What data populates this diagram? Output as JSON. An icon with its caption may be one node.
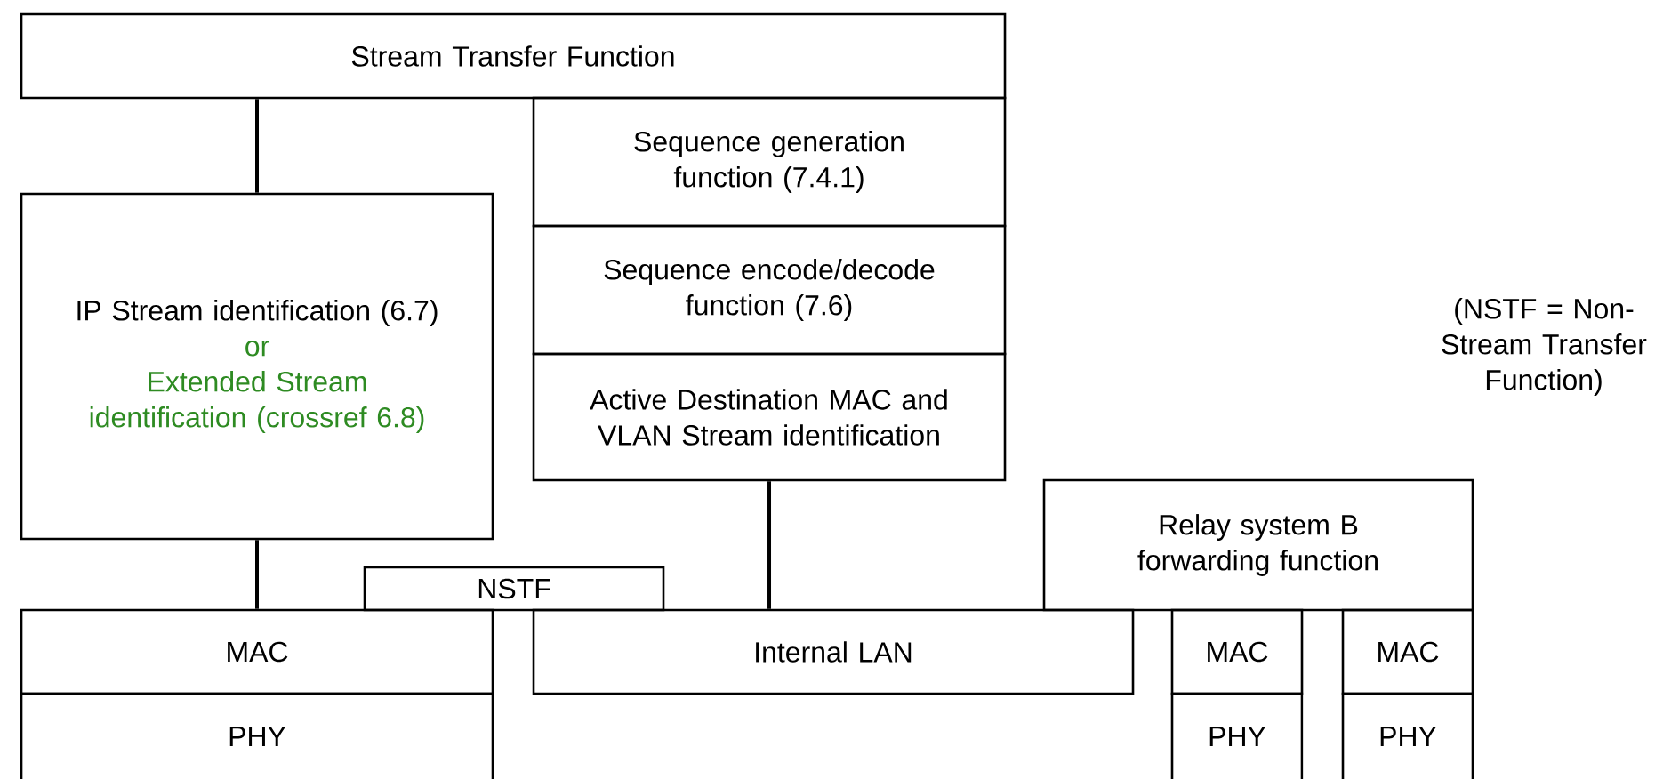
{
  "diagram": {
    "nodes": [
      {
        "text": [
          "Stream Transfer Function"
        ]
      },
      {
        "text": [
          "Sequence generation function (7.4.1)"
        ]
      },
      {
        "text": [
          "Sequence encode/decode function (7.6)"
        ]
      },
      {
        "text": [
          "Active Destination MAC and VLAN Stream identification"
        ]
      },
      {
        "text": [
          "IP Stream identification (6.7)",
          "or",
          "Extended Stream identification (crossref 6.8)"
        ]
      },
      {
        "text": [
          "NSTF"
        ]
      },
      {
        "text": [
          "MAC"
        ]
      },
      {
        "text": [
          "PHY"
        ]
      },
      {
        "text": [
          "Internal LAN"
        ]
      },
      {
        "text": [
          "Relay system B forwarding function"
        ]
      },
      {
        "text": [
          "MAC"
        ]
      },
      {
        "text": [
          "PHY"
        ]
      },
      {
        "text": [
          "MAC"
        ]
      },
      {
        "text": [
          "PHY"
        ]
      }
    ],
    "edges": [
      {
        "from": 0,
        "to": 4,
        "arrow": "none"
      },
      {
        "from": 4,
        "to": 6,
        "arrow": "none"
      },
      {
        "from": 3,
        "to": 8,
        "arrow": "none"
      }
    ],
    "labels": [
      "(NSTF = Non-Stream Transfer Function)"
    ]
  }
}
